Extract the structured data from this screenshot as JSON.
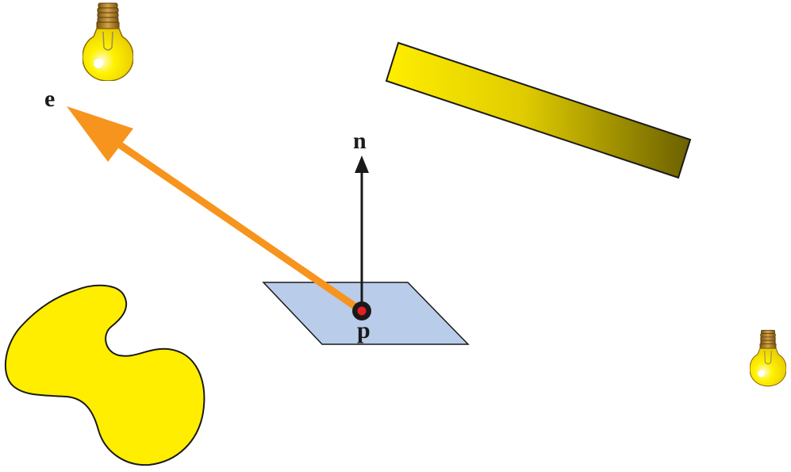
{
  "labels": {
    "eye": "e",
    "normal": "n",
    "point": "p"
  },
  "colors": {
    "background": "#ffffff",
    "view_arrow": "#f7941d",
    "normal_arrow": "#1a1a1a",
    "surface_patch": "#b9cce9",
    "point_outer": "#1a1a1a",
    "point_inner": "#e31e24",
    "blob": "#ffee00",
    "panel_light": "#ffee00",
    "panel_dark": "#6b6000",
    "bulb_glass": "#fff200",
    "bulb_base": "#a87a2a"
  },
  "icons": [
    "light-bulb-icon",
    "light-bulb-icon"
  ]
}
